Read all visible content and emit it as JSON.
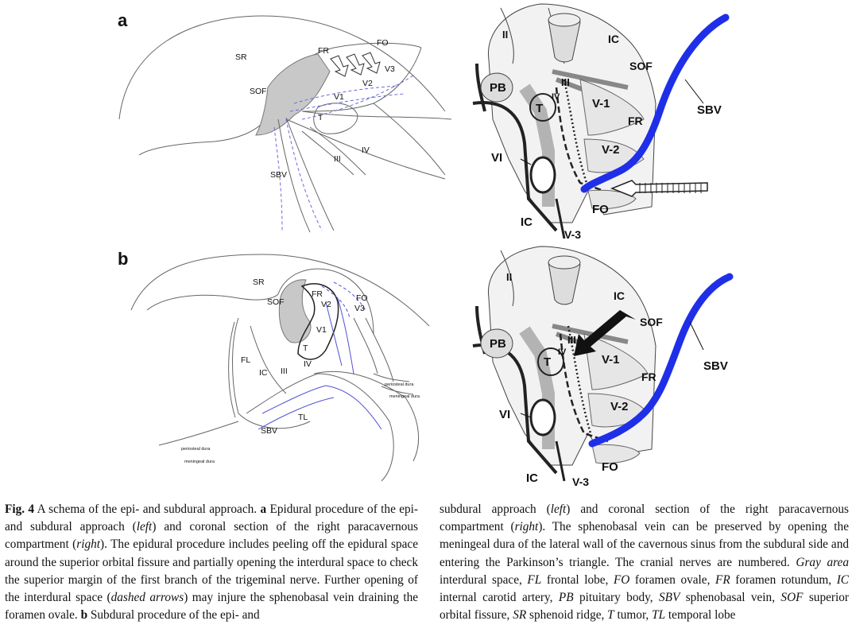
{
  "panels": {
    "a_label": "a",
    "b_label": "b"
  },
  "panel_a_left": {
    "SR": "SR",
    "FR": "FR",
    "FO": "FO",
    "V3": "V3",
    "V2": "V2",
    "SOF": "SOF",
    "V1": "V1",
    "T": "T",
    "IV": "IV",
    "III": "III",
    "SBV": "SBV"
  },
  "panel_a_right": {
    "II": "II",
    "IC_top": "IC",
    "SOF": "SOF",
    "III": "III",
    "PB": "PB",
    "IV": "IV",
    "V1": "V-1",
    "FR": "FR",
    "V2": "V-2",
    "T": "T",
    "VI": "VI",
    "SBV": "SBV",
    "IC_bottom": "IC",
    "FO": "FO",
    "V3": "V-3"
  },
  "panel_b_left": {
    "SR": "SR",
    "FR": "FR",
    "FO": "FO",
    "SOF": "SOF",
    "V2": "V2",
    "V3": "V3",
    "V1": "V1",
    "T": "T",
    "IV": "IV",
    "FL": "FL",
    "IC": "IC",
    "III": "III",
    "TL": "TL",
    "SBV": "SBV",
    "periosteal_dura_r": "periosteal dura",
    "meningeal_dura_r": "meningeal dura",
    "periosteal_dura_l": "periosteal dura",
    "meningeal_dura_l": "meningeal dura"
  },
  "panel_b_right": {
    "II": "II",
    "IC_top": "IC",
    "SOF": "SOF",
    "III": "III",
    "PB": "PB",
    "IV": "IV",
    "V1": "V-1",
    "FR": "FR",
    "V2": "V-2",
    "T": "T",
    "VI": "VI",
    "SBV": "SBV",
    "IC_bottom": "IC",
    "FO": "FO",
    "V3": "V-3"
  },
  "caption": {
    "fig_label": "Fig. 4",
    "left_segments": [
      {
        "t": "Fig. 4",
        "s": "b"
      },
      {
        "t": "  A schema of the epi- and subdural approach. ",
        "s": ""
      },
      {
        "t": "a",
        "s": "b"
      },
      {
        "t": " Epidural procedure of the epi- and subdural approach (",
        "s": ""
      },
      {
        "t": "left",
        "s": "i"
      },
      {
        "t": ") and coronal section of the right paracavernous compartment (",
        "s": ""
      },
      {
        "t": "right",
        "s": "i"
      },
      {
        "t": "). The epidural procedure includes peeling off the epidural space around the superior orbital fissure and partially opening the interdural space to check the superior margin of the first branch of the trigeminal nerve. Further opening of the interdural space (",
        "s": ""
      },
      {
        "t": "dashed arrows",
        "s": "i"
      },
      {
        "t": ") may injure the sphenobasal vein draining the foramen ovale. ",
        "s": ""
      },
      {
        "t": "b",
        "s": "b"
      },
      {
        "t": " Subdural procedure of the epi- and",
        "s": ""
      }
    ],
    "right_segments": [
      {
        "t": "subdural approach (",
        "s": ""
      },
      {
        "t": "left",
        "s": "i"
      },
      {
        "t": ") and coronal section of the right paracavernous compartment (",
        "s": ""
      },
      {
        "t": "right",
        "s": "i"
      },
      {
        "t": "). The sphenobasal vein can be preserved by opening the meningeal dura of the lateral wall of the cavernous sinus from the subdural side and entering the Parkinson’s triangle. The cranial nerves are numbered. ",
        "s": ""
      },
      {
        "t": "Gray area",
        "s": "i"
      },
      {
        "t": " interdural space, ",
        "s": ""
      },
      {
        "t": "FL",
        "s": "i"
      },
      {
        "t": " frontal lobe, ",
        "s": ""
      },
      {
        "t": "FO",
        "s": "i"
      },
      {
        "t": " foramen ovale, ",
        "s": ""
      },
      {
        "t": "FR",
        "s": "i"
      },
      {
        "t": " foramen rotundum, ",
        "s": ""
      },
      {
        "t": "IC",
        "s": "i"
      },
      {
        "t": " internal carotid artery, ",
        "s": ""
      },
      {
        "t": "PB",
        "s": "i"
      },
      {
        "t": " pituitary body, ",
        "s": ""
      },
      {
        "t": "SBV",
        "s": "i"
      },
      {
        "t": " sphenobasal vein, ",
        "s": ""
      },
      {
        "t": "SOF",
        "s": "i"
      },
      {
        "t": " superior orbital fissure, ",
        "s": ""
      },
      {
        "t": "SR",
        "s": "i"
      },
      {
        "t": " sphenoid ridge, ",
        "s": ""
      },
      {
        "t": "T",
        "s": "i"
      },
      {
        "t": " tumor, ",
        "s": ""
      },
      {
        "t": "TL",
        "s": "i"
      },
      {
        "t": " temporal lobe",
        "s": ""
      }
    ]
  },
  "colors": {
    "sbv_blue": "#1f2fe8",
    "interdural_gray": "#c8c8c8",
    "line": "#555555"
  }
}
